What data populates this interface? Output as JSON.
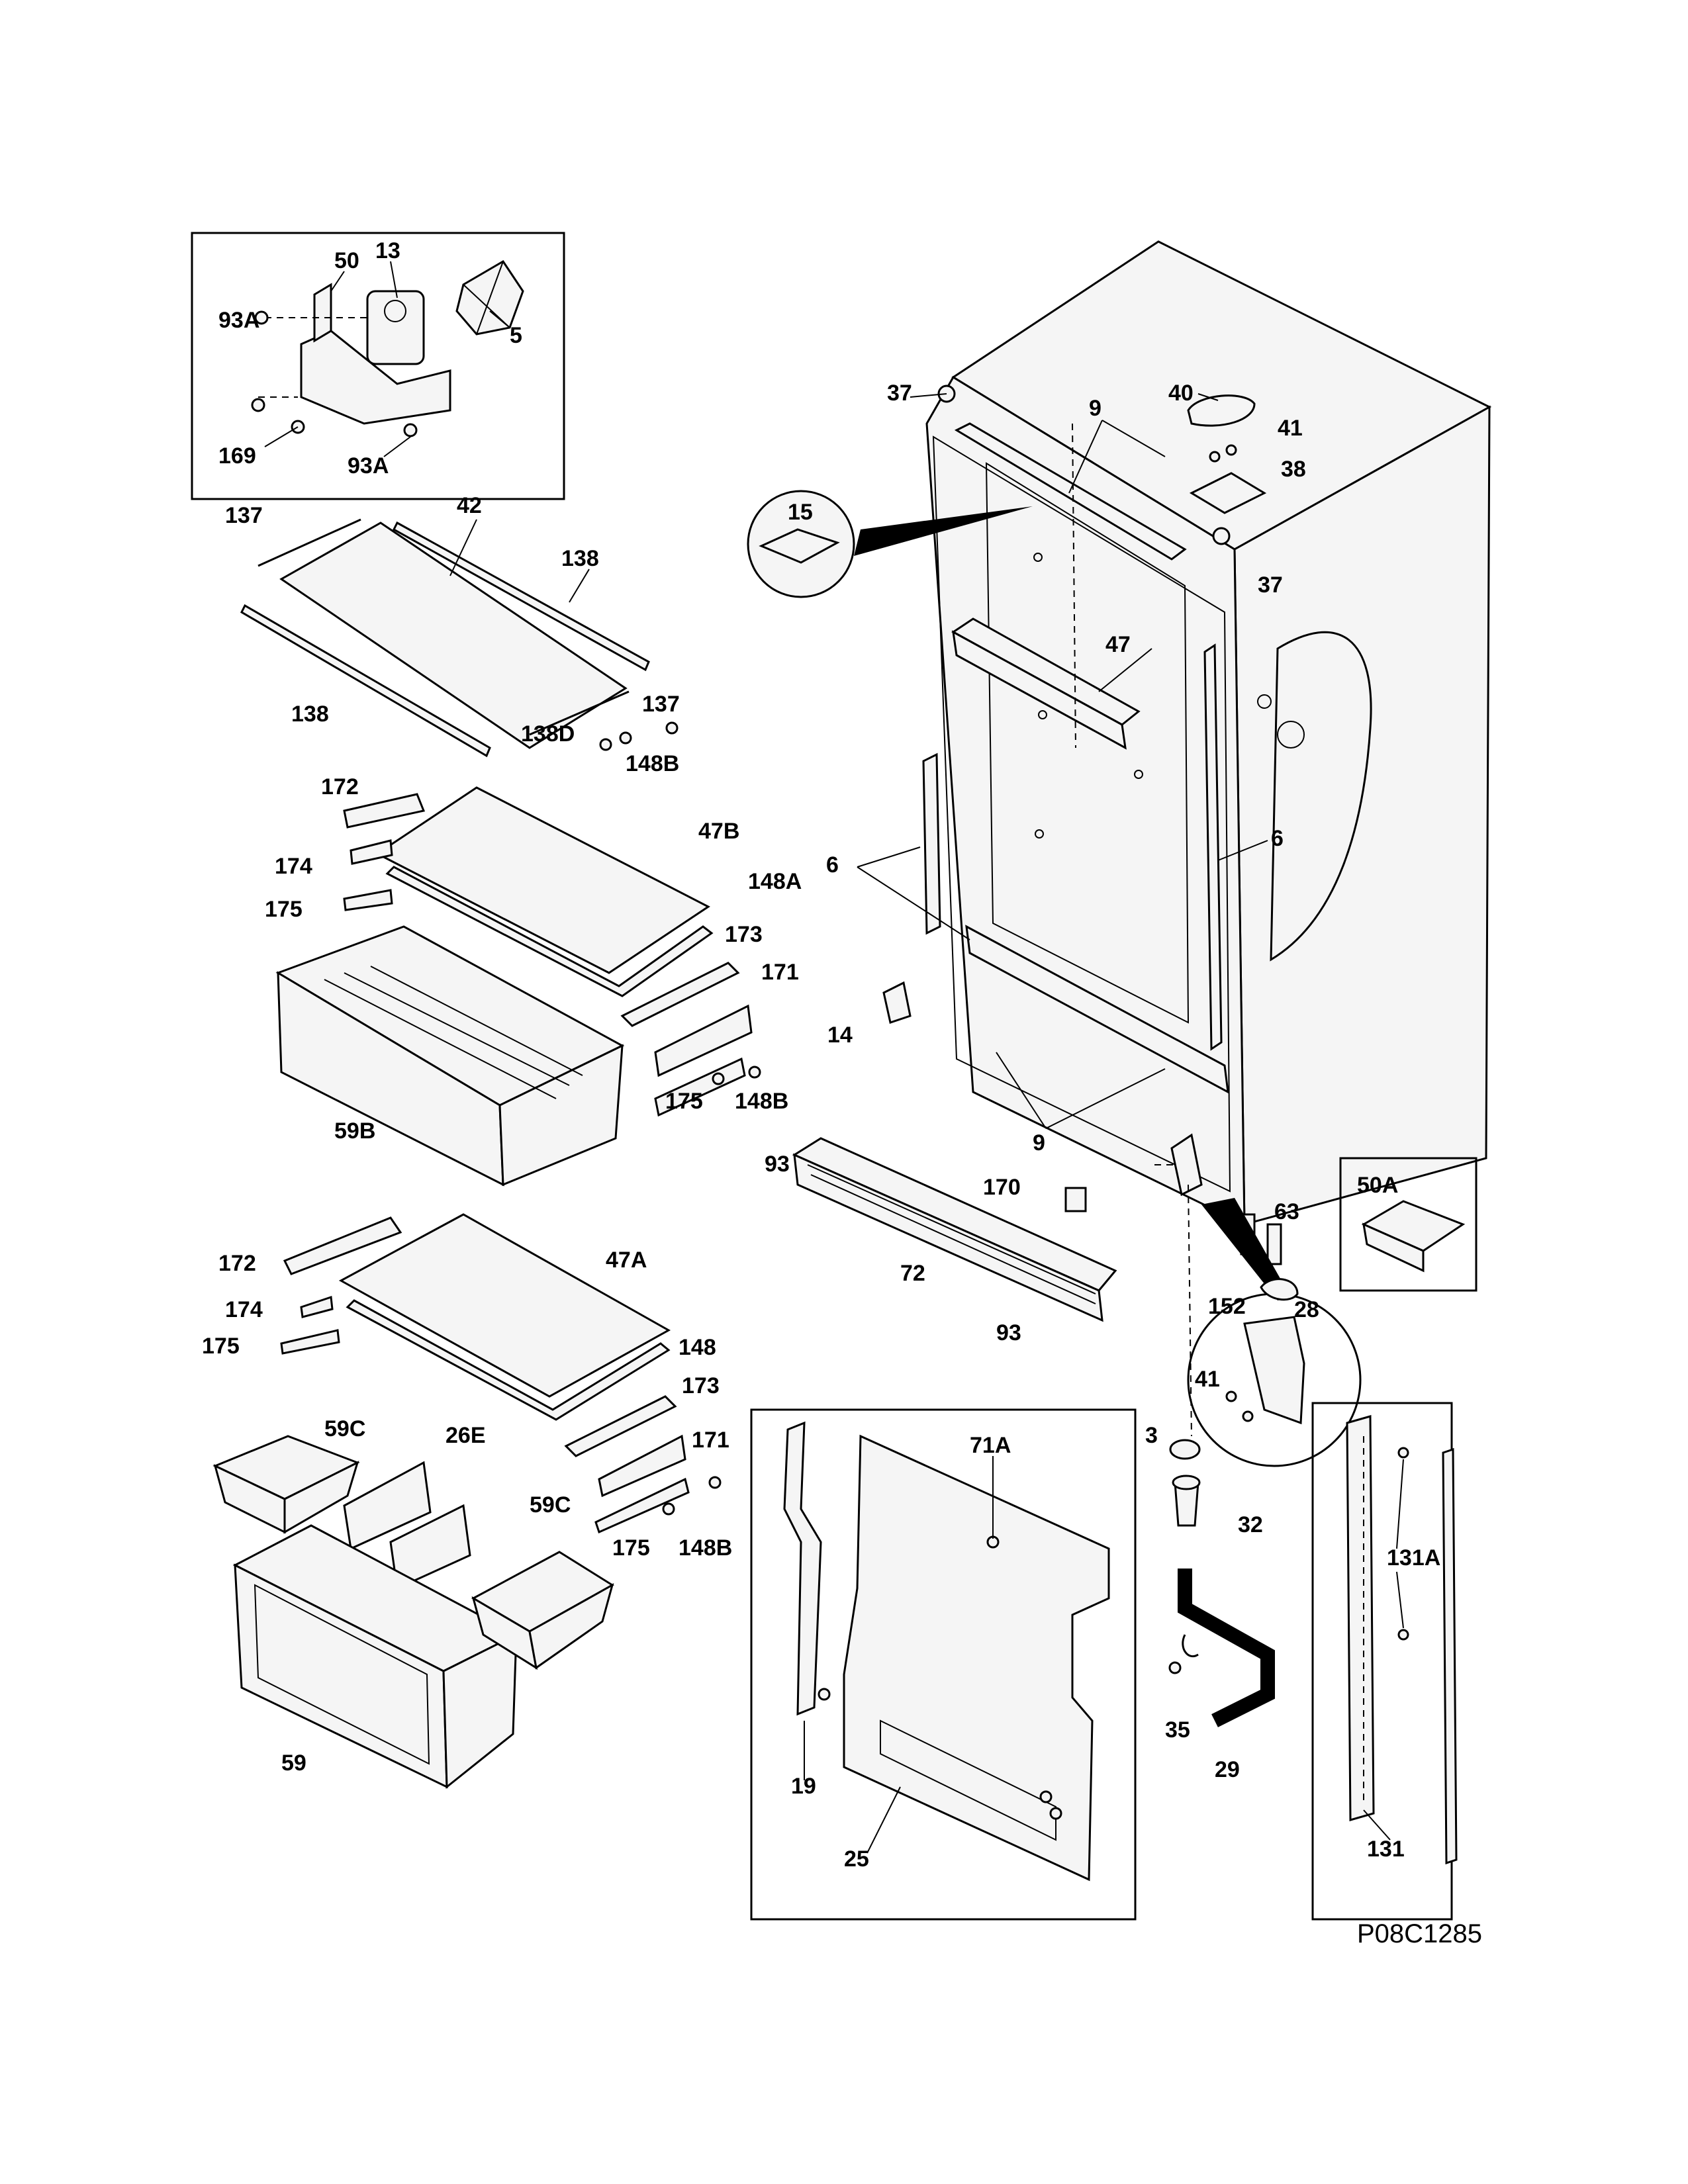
{
  "diagram_code": "P08C1285",
  "colors": {
    "line": "#000000",
    "background": "#ffffff",
    "part_fill": "#f5f5f5"
  },
  "labels": {
    "fan_50": "50",
    "fan_13": "13",
    "fan_93a_top": "93A",
    "fan_5": "5",
    "fan_169": "169",
    "fan_93a_bottom": "93A",
    "p137_top": "137",
    "p42": "42",
    "p138_right": "138",
    "p138_left": "138",
    "p137_right": "137",
    "p138d": "138D",
    "p148b_top": "148B",
    "p172_top": "172",
    "p47b": "47B",
    "p174_top": "174",
    "p148a": "148A",
    "p175_top": "175",
    "p173_top": "173",
    "p171_top": "171",
    "p175_mid": "175",
    "p148b_mid": "148B",
    "p59b": "59B",
    "p172_bot": "172",
    "p47a": "47A",
    "p174_bot": "174",
    "p148": "148",
    "p175_bot": "175",
    "p173_bot": "173",
    "p59c_left": "59C",
    "p26e": "26E",
    "p171_bot": "171",
    "p59c_right": "59C",
    "p175_bot2": "175",
    "p148b_bot": "148B",
    "p59": "59",
    "p37_top": "37",
    "p9_top": "9",
    "p40": "40",
    "p41_top": "41",
    "p38": "38",
    "p15": "15",
    "p37_right": "37",
    "p47": "47",
    "p6_left": "6",
    "p6_right": "6",
    "p14": "14",
    "p9_bottom": "9",
    "p93_left": "93",
    "p170": "170",
    "p50a": "50A",
    "p63": "63",
    "p72": "72",
    "p93_right": "93",
    "p152": "152",
    "p28": "28",
    "p41_bot": "41",
    "p71a": "71A",
    "p3": "3",
    "p32": "32",
    "p35": "35",
    "p29": "29",
    "p19": "19",
    "p25": "25",
    "p131a": "131A",
    "p131": "131"
  }
}
